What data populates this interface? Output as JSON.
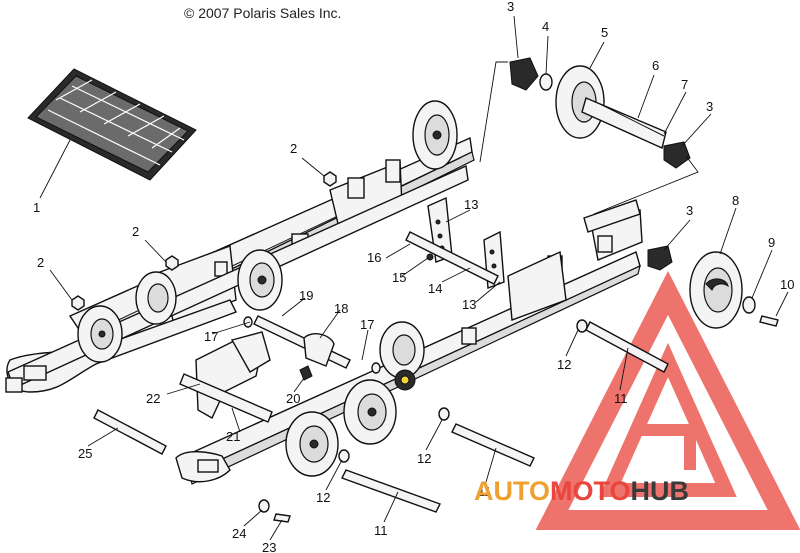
{
  "copyright": "© 2007 Polaris Sales Inc.",
  "callouts": [
    "1",
    "2",
    "2",
    "2",
    "3",
    "3",
    "3",
    "4",
    "5",
    "6",
    "7",
    "8",
    "9",
    "10",
    "11",
    "11",
    "11",
    "12",
    "12",
    "12",
    "12",
    "13",
    "13",
    "14",
    "15",
    "16",
    "17",
    "17",
    "18",
    "19",
    "20",
    "21",
    "22",
    "23",
    "24",
    "25"
  ],
  "watermark": {
    "part1": "AUTO",
    "part2": "MOTO",
    "part3": "HUB",
    "color_red": "#e8453c",
    "color_orange": "#f0a030",
    "color_dark": "#3a3a3a"
  }
}
